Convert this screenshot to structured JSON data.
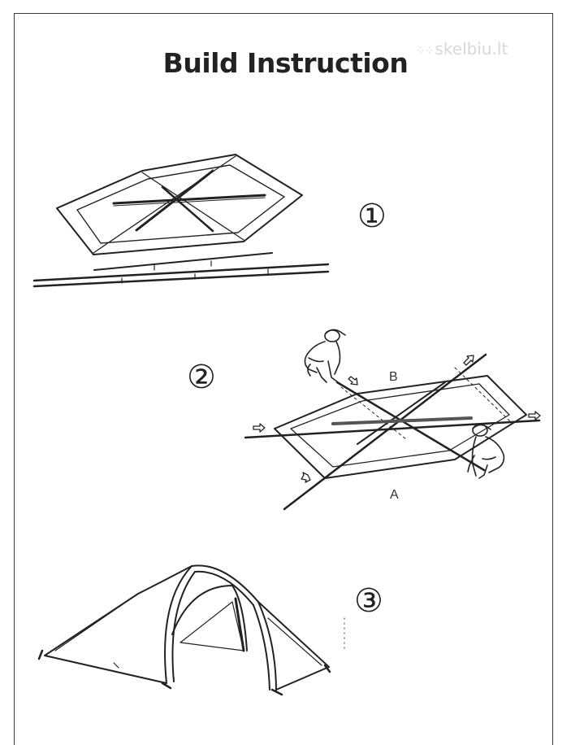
{
  "header": {
    "title": "Build Instruction"
  },
  "watermark": {
    "text": "skelbiu.lt",
    "icon": "dots-icon"
  },
  "steps": [
    {
      "marker": "①",
      "icon": "tent-flat-with-poles"
    },
    {
      "marker": "②",
      "icon": "two-people-crossing-poles"
    },
    {
      "marker": "③",
      "icon": "pitched-dome-tent"
    }
  ],
  "step2": {
    "label_b": "B",
    "label_a": "A"
  },
  "colors": {
    "ink": "#222222",
    "frame": "#3a3a3a",
    "watermark": "#d8d8d8"
  }
}
